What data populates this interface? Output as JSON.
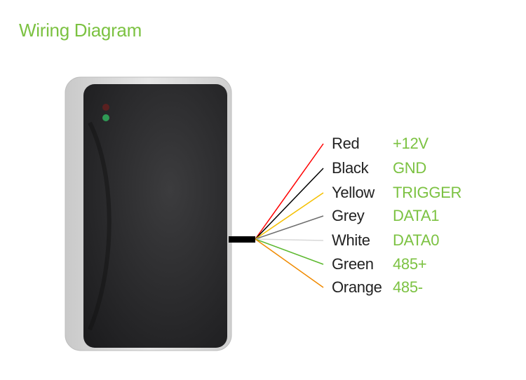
{
  "title": "Wiring Diagram",
  "wires": [
    {
      "color_name": "Red",
      "signal": "+12V",
      "wire_color": "#ff0000"
    },
    {
      "color_name": "Black",
      "signal": "GND",
      "wire_color": "#000000"
    },
    {
      "color_name": "Yellow",
      "signal": "TRIGGER",
      "wire_color": "#f5c000"
    },
    {
      "color_name": "Grey",
      "signal": "DATA1",
      "wire_color": "#6e6e6e"
    },
    {
      "color_name": "White",
      "signal": "DATA0",
      "wire_color": "#d8d8d8"
    },
    {
      "color_name": "Green",
      "signal": "485+",
      "wire_color": "#5cb82e"
    },
    {
      "color_name": "Orange",
      "signal": "485-",
      "wire_color": "#f08a00"
    }
  ],
  "device": {
    "led_colors": [
      "#5a2020",
      "#2f9a55"
    ]
  }
}
